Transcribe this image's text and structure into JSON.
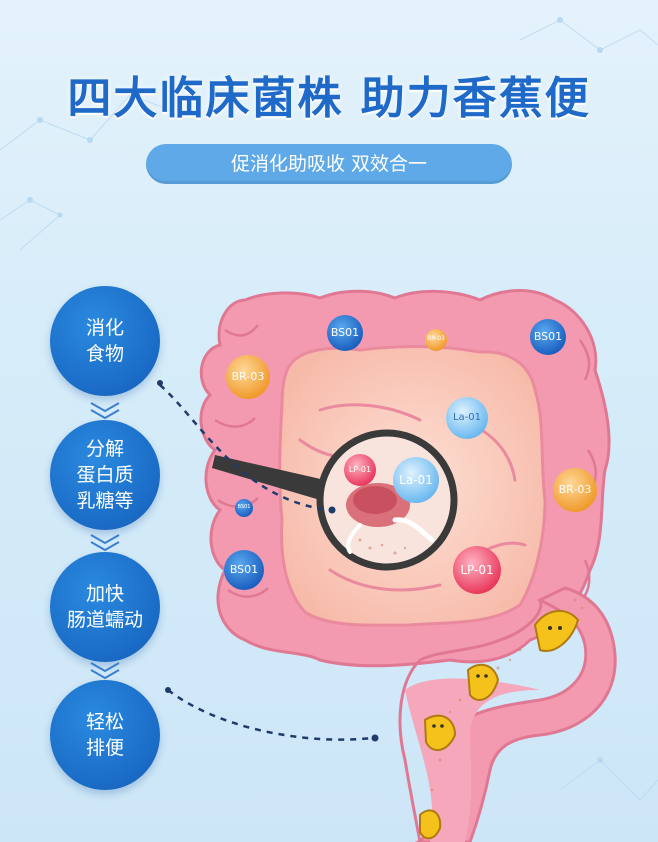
{
  "header": {
    "title": "四大临床菌株 助力香蕉便",
    "subtitle": "促消化助吸收 双效合一"
  },
  "steps": [
    {
      "label": "消化\n食物"
    },
    {
      "label": "分解\n蛋白质\n乳糖等"
    },
    {
      "label": "加快\n肠道蠕动"
    },
    {
      "label": "轻松\n排便"
    }
  ],
  "bacteria": {
    "bs01_a": "BS01",
    "br03_small": "BR-03",
    "bs01_b": "BS01",
    "br03_a": "BR-03",
    "la01_a": "La-01",
    "lp01_small": "LP-01",
    "la01_b": "La-01",
    "br03_b": "BR-03",
    "bs01_tiny": "BS01",
    "bs01_c": "BS01",
    "lp01_b": "LP-01"
  },
  "colors": {
    "title": "#1f69c9",
    "step_circle": "#1a6bc6",
    "intestine": "#f39ab0",
    "bs01": "#1f72d1",
    "br03": "#f2a53b",
    "la01": "#7cc4f2",
    "lp01": "#ef4b6a"
  }
}
